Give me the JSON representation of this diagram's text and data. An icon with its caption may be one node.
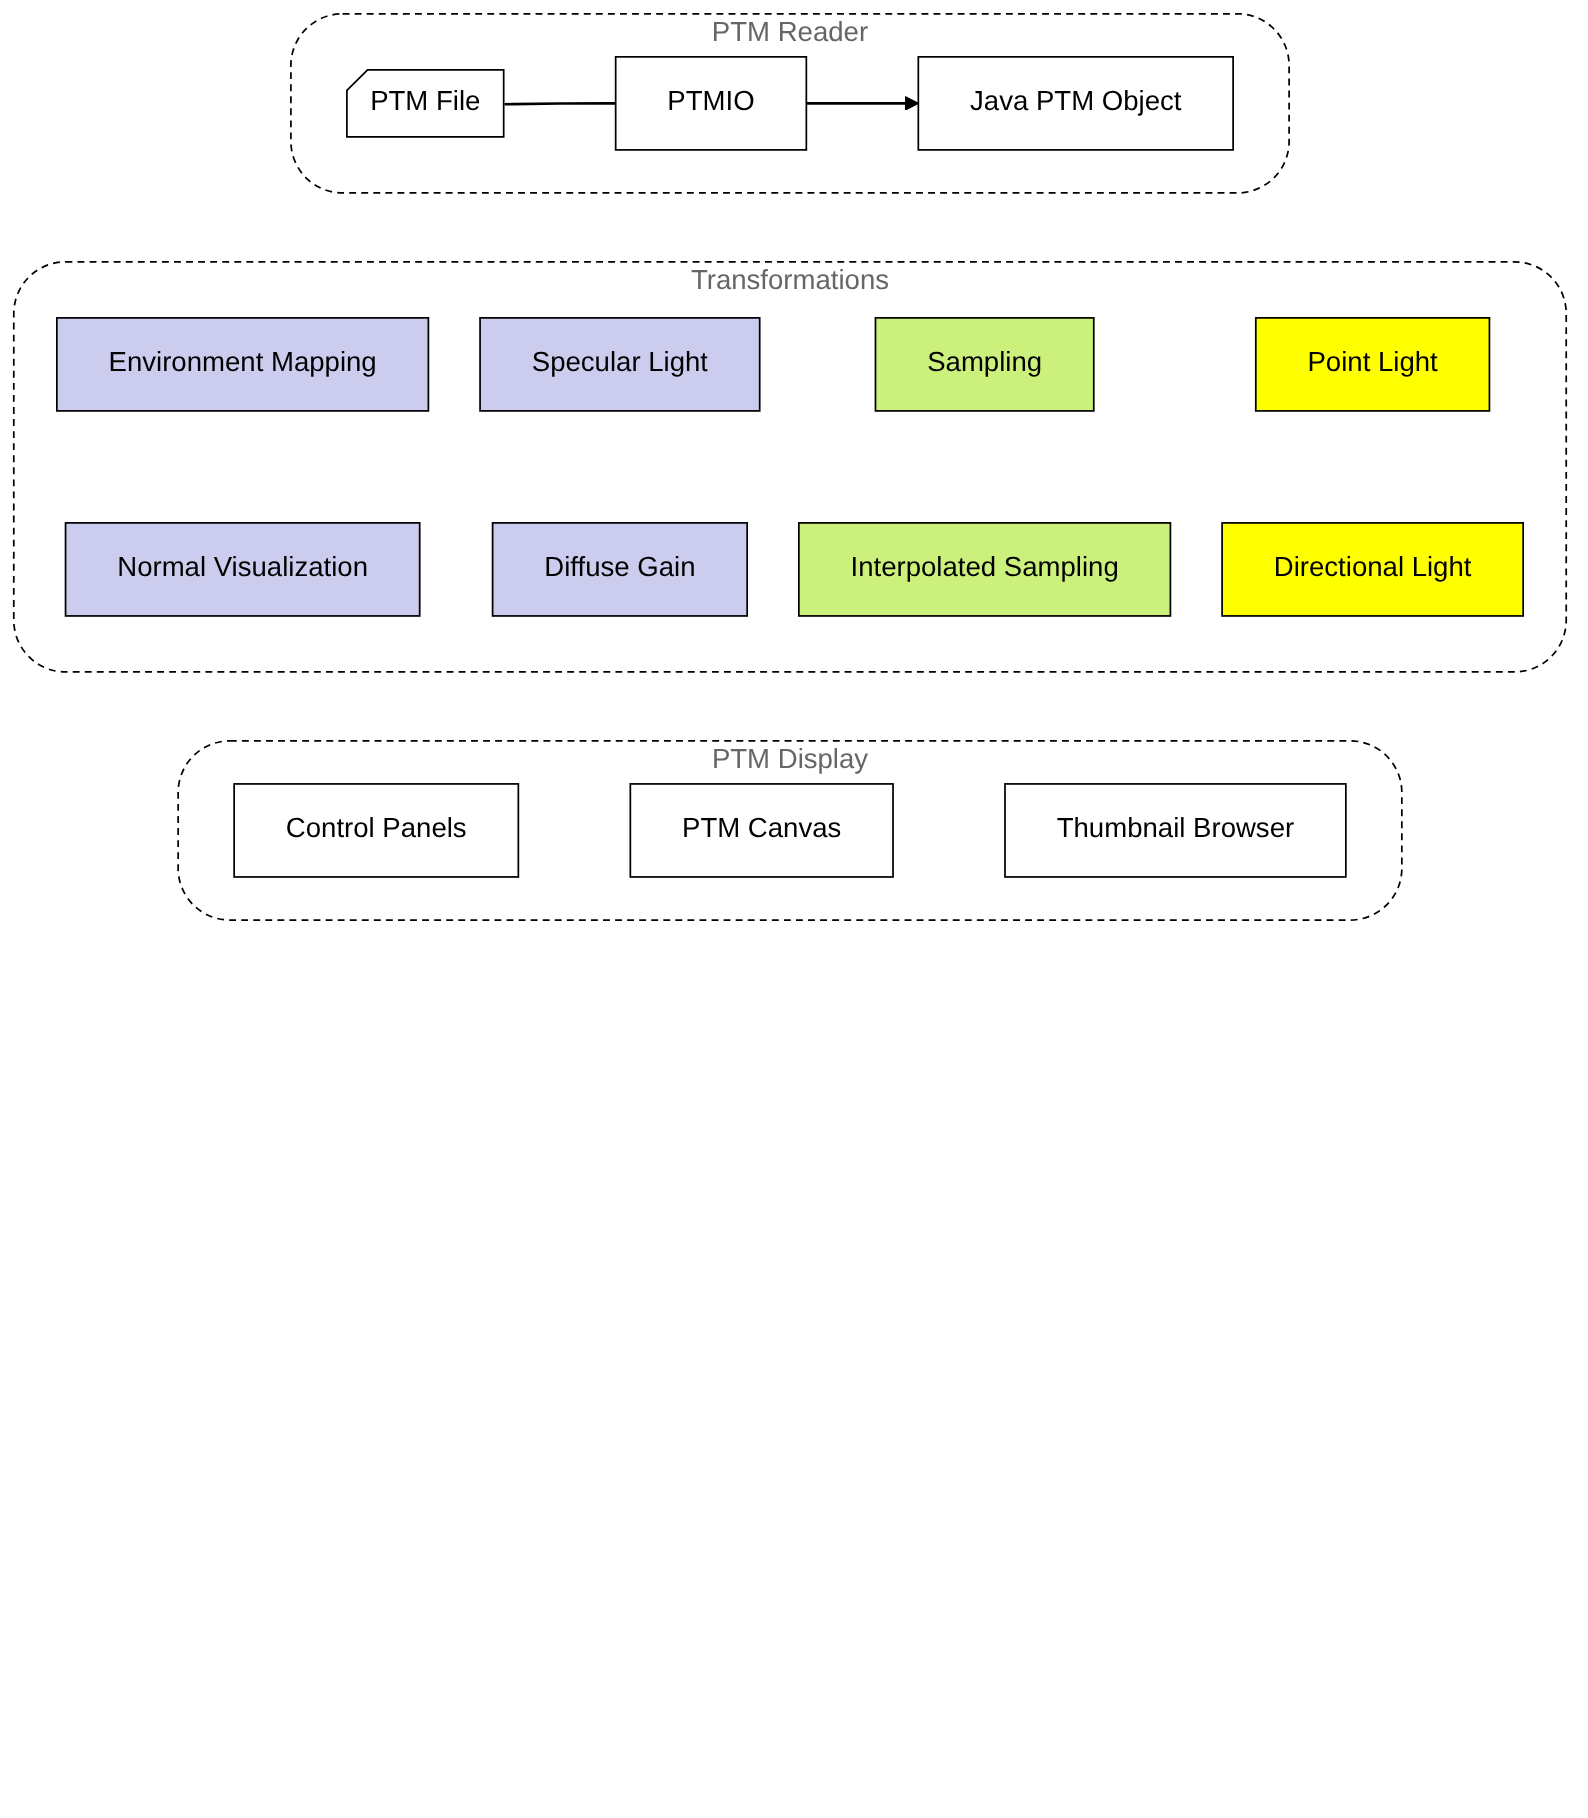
{
  "diagram": {
    "nodes": [
      {
        "text": [
          "PTM Reader"
        ]
      },
      {
        "text": [
          "PTM File"
        ],
        "in": 0
      },
      {
        "text": [
          "PTMIO"
        ],
        "in": 0
      },
      {
        "text": [
          "Java PTM Object"
        ],
        "in": 0
      },
      {
        "text": [
          "Transformations"
        ]
      },
      {
        "text": [
          "Environment Mapping"
        ],
        "in": 4
      },
      {
        "text": [
          "Specular Light"
        ],
        "in": 4
      },
      {
        "text": [
          "Sampling"
        ],
        "in": 4
      },
      {
        "text": [
          "Point Light"
        ],
        "in": 4
      },
      {
        "text": [
          "Normal Visualization"
        ],
        "in": 4
      },
      {
        "text": [
          "Diffuse Gain"
        ],
        "in": 4
      },
      {
        "text": [
          "Interpolated Sampling"
        ],
        "in": 4
      },
      {
        "text": [
          "Directional Light"
        ],
        "in": 4
      },
      {
        "text": [
          "PTM Display"
        ]
      },
      {
        "text": [
          "Control Panels"
        ],
        "in": 13
      },
      {
        "text": [
          "PTM Canvas"
        ],
        "in": 13
      },
      {
        "text": [
          "Thumbnail Browser"
        ],
        "in": 13
      }
    ],
    "edges": [
      {
        "from": 1,
        "to": 2,
        "arrow": "none"
      },
      {
        "from": 2,
        "to": 3,
        "arrow": "to"
      }
    ]
  }
}
